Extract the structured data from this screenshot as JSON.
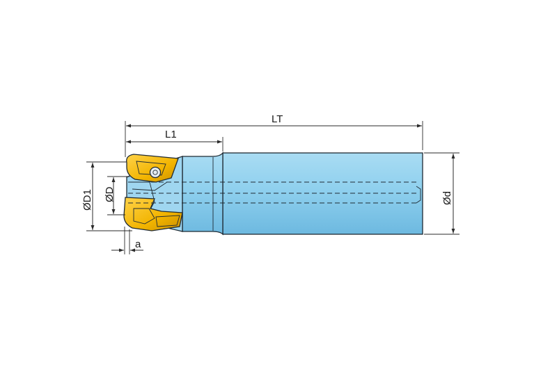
{
  "labels": {
    "overall_length": "LT",
    "head_length": "L1",
    "cutting_diameter_outer": "ØD1",
    "cutting_diameter": "ØD",
    "shank_diameter": "Ød",
    "depth_of_cut": "a"
  },
  "colors": {
    "body": "#8fd0ee",
    "body_shade": "#6bb8df",
    "insert": "#f2b400",
    "insert_shade": "#c98f00",
    "line": "#1f2a33"
  }
}
